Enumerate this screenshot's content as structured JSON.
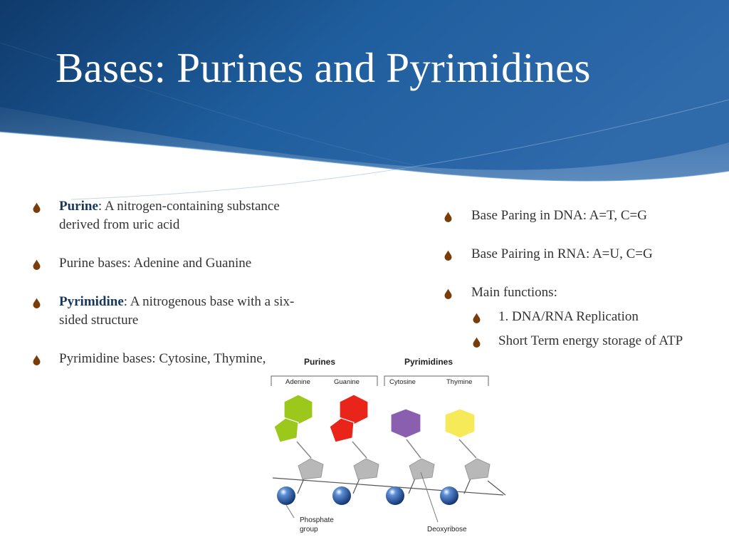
{
  "slide": {
    "title": "Bases: Purines and Pyrimidines",
    "colors": {
      "header_dark": "#1a4f85",
      "header_light": "#3d7fbe",
      "term": "#17375e",
      "bullet": "#7a3c08",
      "text": "#333333"
    },
    "bullet_icon": "droplet-icon"
  },
  "left_list": {
    "items": [
      {
        "term": "Purine",
        "text": ": A nitrogen-containing substance derived from uric acid"
      },
      {
        "text": "Purine bases: Adenine and Guanine"
      },
      {
        "term": "Pyrimidine",
        "text": ": A nitrogenous base with a six-sided structure"
      },
      {
        "text": "Pyrimidine bases: Cytosine, Thymine, Uracil"
      }
    ]
  },
  "right_list": {
    "items": [
      {
        "text": "Base Paring in DNA: A=T, C=G"
      },
      {
        "text": "Base Pairing in RNA: A=U, C=G"
      },
      {
        "text": "Main functions:",
        "subitems": [
          "1. DNA/RNA Replication",
          "Short Term energy storage of ATP"
        ]
      }
    ]
  },
  "figure": {
    "purines_heading": "Purines",
    "pyrimidines_heading": "Pyrimidines",
    "bases": [
      {
        "label": "Adenine",
        "color": "#9cc71b"
      },
      {
        "label": "Guanine",
        "color": "#e8241b"
      },
      {
        "label": "Cytosine",
        "color": "#8a5fb0"
      },
      {
        "label": "Thymine",
        "color": "#f6ea59"
      }
    ],
    "phosphate_label": "Phosphate group",
    "phosphate_label_line1": "Phosphate",
    "phosphate_label_line2": "group",
    "deoxyribose_label": "Deoxyribose",
    "sugar_color": "#b8b8b8",
    "phosphate_color": "#1e4f96"
  }
}
